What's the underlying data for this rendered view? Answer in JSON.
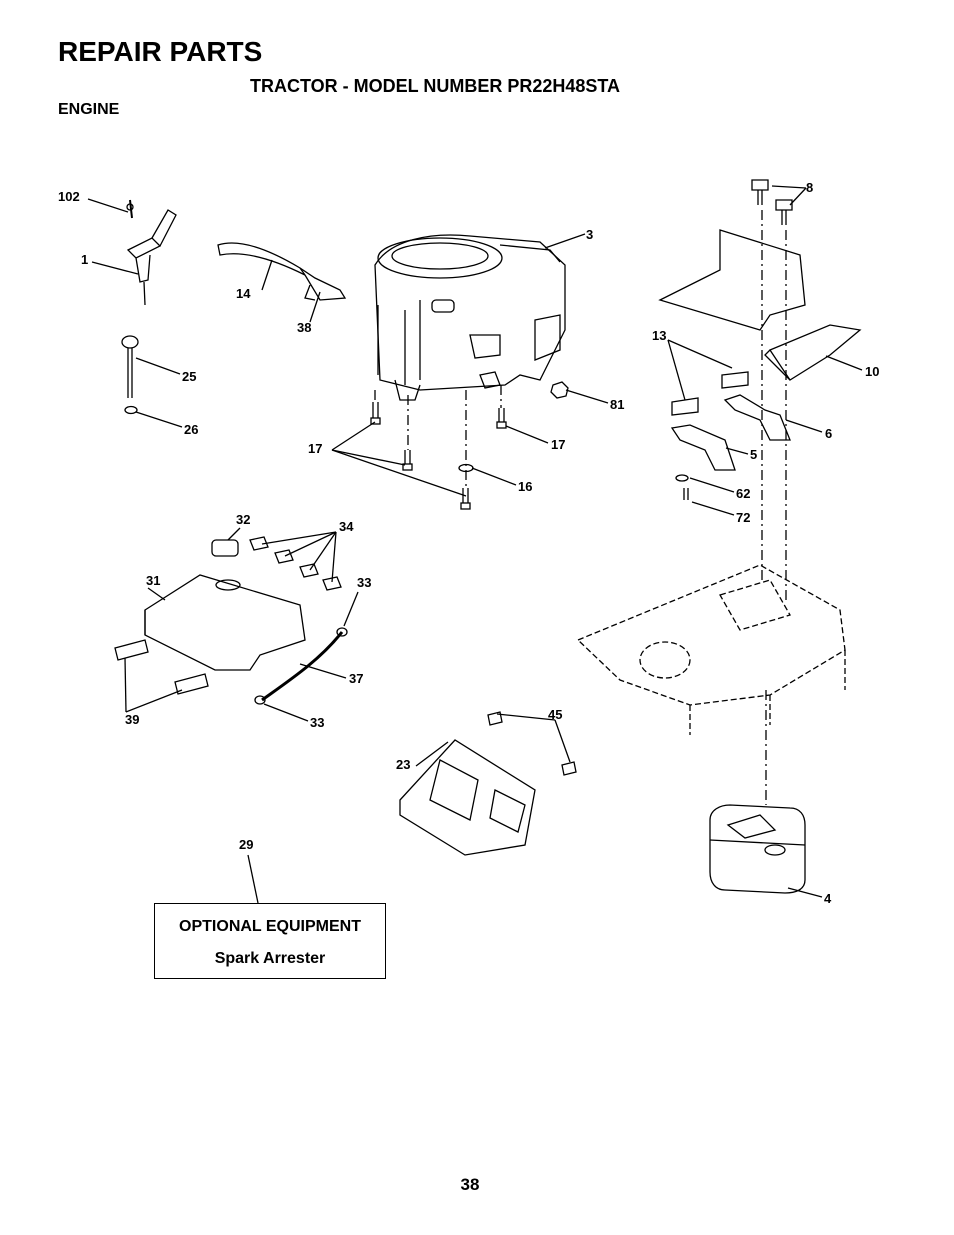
{
  "header": {
    "title": "REPAIR PARTS",
    "subtitle": "TRACTOR  -  MODEL  NUMBER  PR22H48STA",
    "section": "ENGINE"
  },
  "callouts": [
    "102",
    "1",
    "14",
    "38",
    "3",
    "8",
    "10",
    "13",
    "25",
    "26",
    "81",
    "17",
    "17",
    "16",
    "6",
    "5",
    "62",
    "72",
    "32",
    "34",
    "31",
    "33",
    "37",
    "39",
    "33",
    "45",
    "23",
    "29",
    "4"
  ],
  "optional_box": {
    "line1": "OPTIONAL EQUIPMENT",
    "line2": "Spark Arrester"
  },
  "page_number": "38"
}
